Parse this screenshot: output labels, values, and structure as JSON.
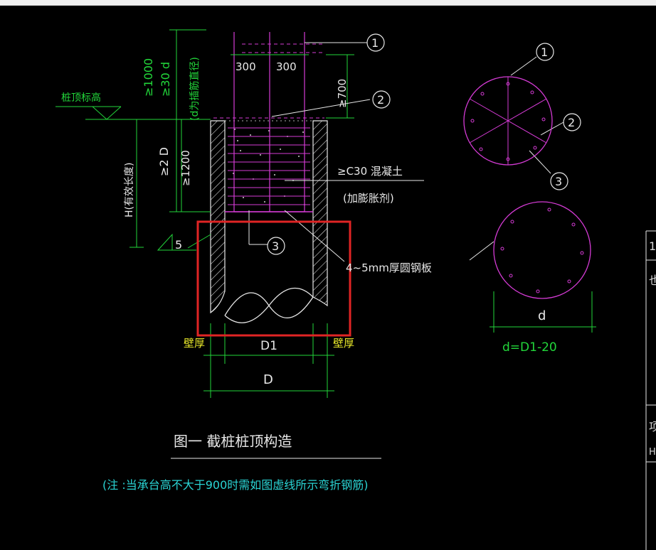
{
  "labels": {
    "pile_top_elev": "桩顶标高",
    "ge1000": "≥1000",
    "ge30d": "≥30 d",
    "d_note": "(d为插筋直径)",
    "dim300a": "300",
    "dim300b": "300",
    "ge700": "≥700",
    "ge2D": "≥2 D",
    "ge1200": "≥1200",
    "H_len": "H(有效长度)",
    "concrete": "≥C30 混凝土",
    "expansion": "(加膨胀剂)",
    "weld": "5",
    "steel_plate": "4~5mm厚圆钢板",
    "wall_left": "壁厚",
    "wall_right": "壁厚",
    "D1": "D1",
    "D": "D",
    "d": "d",
    "d_formula": "d=D1-20",
    "figure_title": "图一  截桩桩顶构造",
    "note": "(注 :当承台高不大于900时需如图虚线所示弯折钢筋)",
    "edge_a": "1",
    "edge_b": "也",
    "edge_c": "项",
    "edge_d": "HH"
  },
  "markers": {
    "m1": "1",
    "m2": "2",
    "m3": "3",
    "c1": "1",
    "c2": "2",
    "c3": "3"
  },
  "colors": {
    "background": "#000000",
    "dim_green": "#22d63a",
    "magenta": "#d53bd5",
    "white": "#e8e8e8",
    "yellow": "#e8e82a",
    "cyan": "#2ad4d4",
    "highlight_red": "#e02424"
  }
}
